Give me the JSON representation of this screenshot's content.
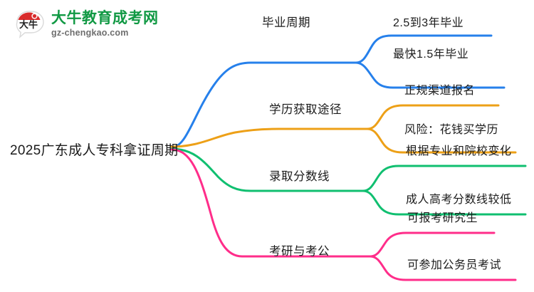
{
  "logo": {
    "mark_text": "大牛",
    "title": "大牛教育成考网",
    "subtitle": "gz-chengkao.com",
    "title_color": "#119944",
    "subtitle_color": "#6e6e6e",
    "mark_color": "#d92b2b"
  },
  "mindmap": {
    "root": {
      "label": "2025广东成人专科拿证周期"
    },
    "branches": [
      {
        "label": "毕业周期",
        "color": "#2680eb",
        "children": [
          {
            "label": "2.5到3年毕业"
          },
          {
            "label": "最快1.5年毕业"
          }
        ]
      },
      {
        "label": "学历获取途径",
        "color": "#eda017",
        "children": [
          {
            "label": "正规渠道报名"
          },
          {
            "label": "风险：花钱买学历"
          }
        ]
      },
      {
        "label": "录取分数线",
        "color": "#10bf70",
        "children": [
          {
            "label": "根据专业和院校变化"
          },
          {
            "label": "成人高考分数线较低"
          }
        ]
      },
      {
        "label": "考研与考公",
        "color": "#ff2d8a",
        "children": [
          {
            "label": "可报考研究生"
          },
          {
            "label": "可参加公务员考试"
          }
        ]
      }
    ]
  }
}
